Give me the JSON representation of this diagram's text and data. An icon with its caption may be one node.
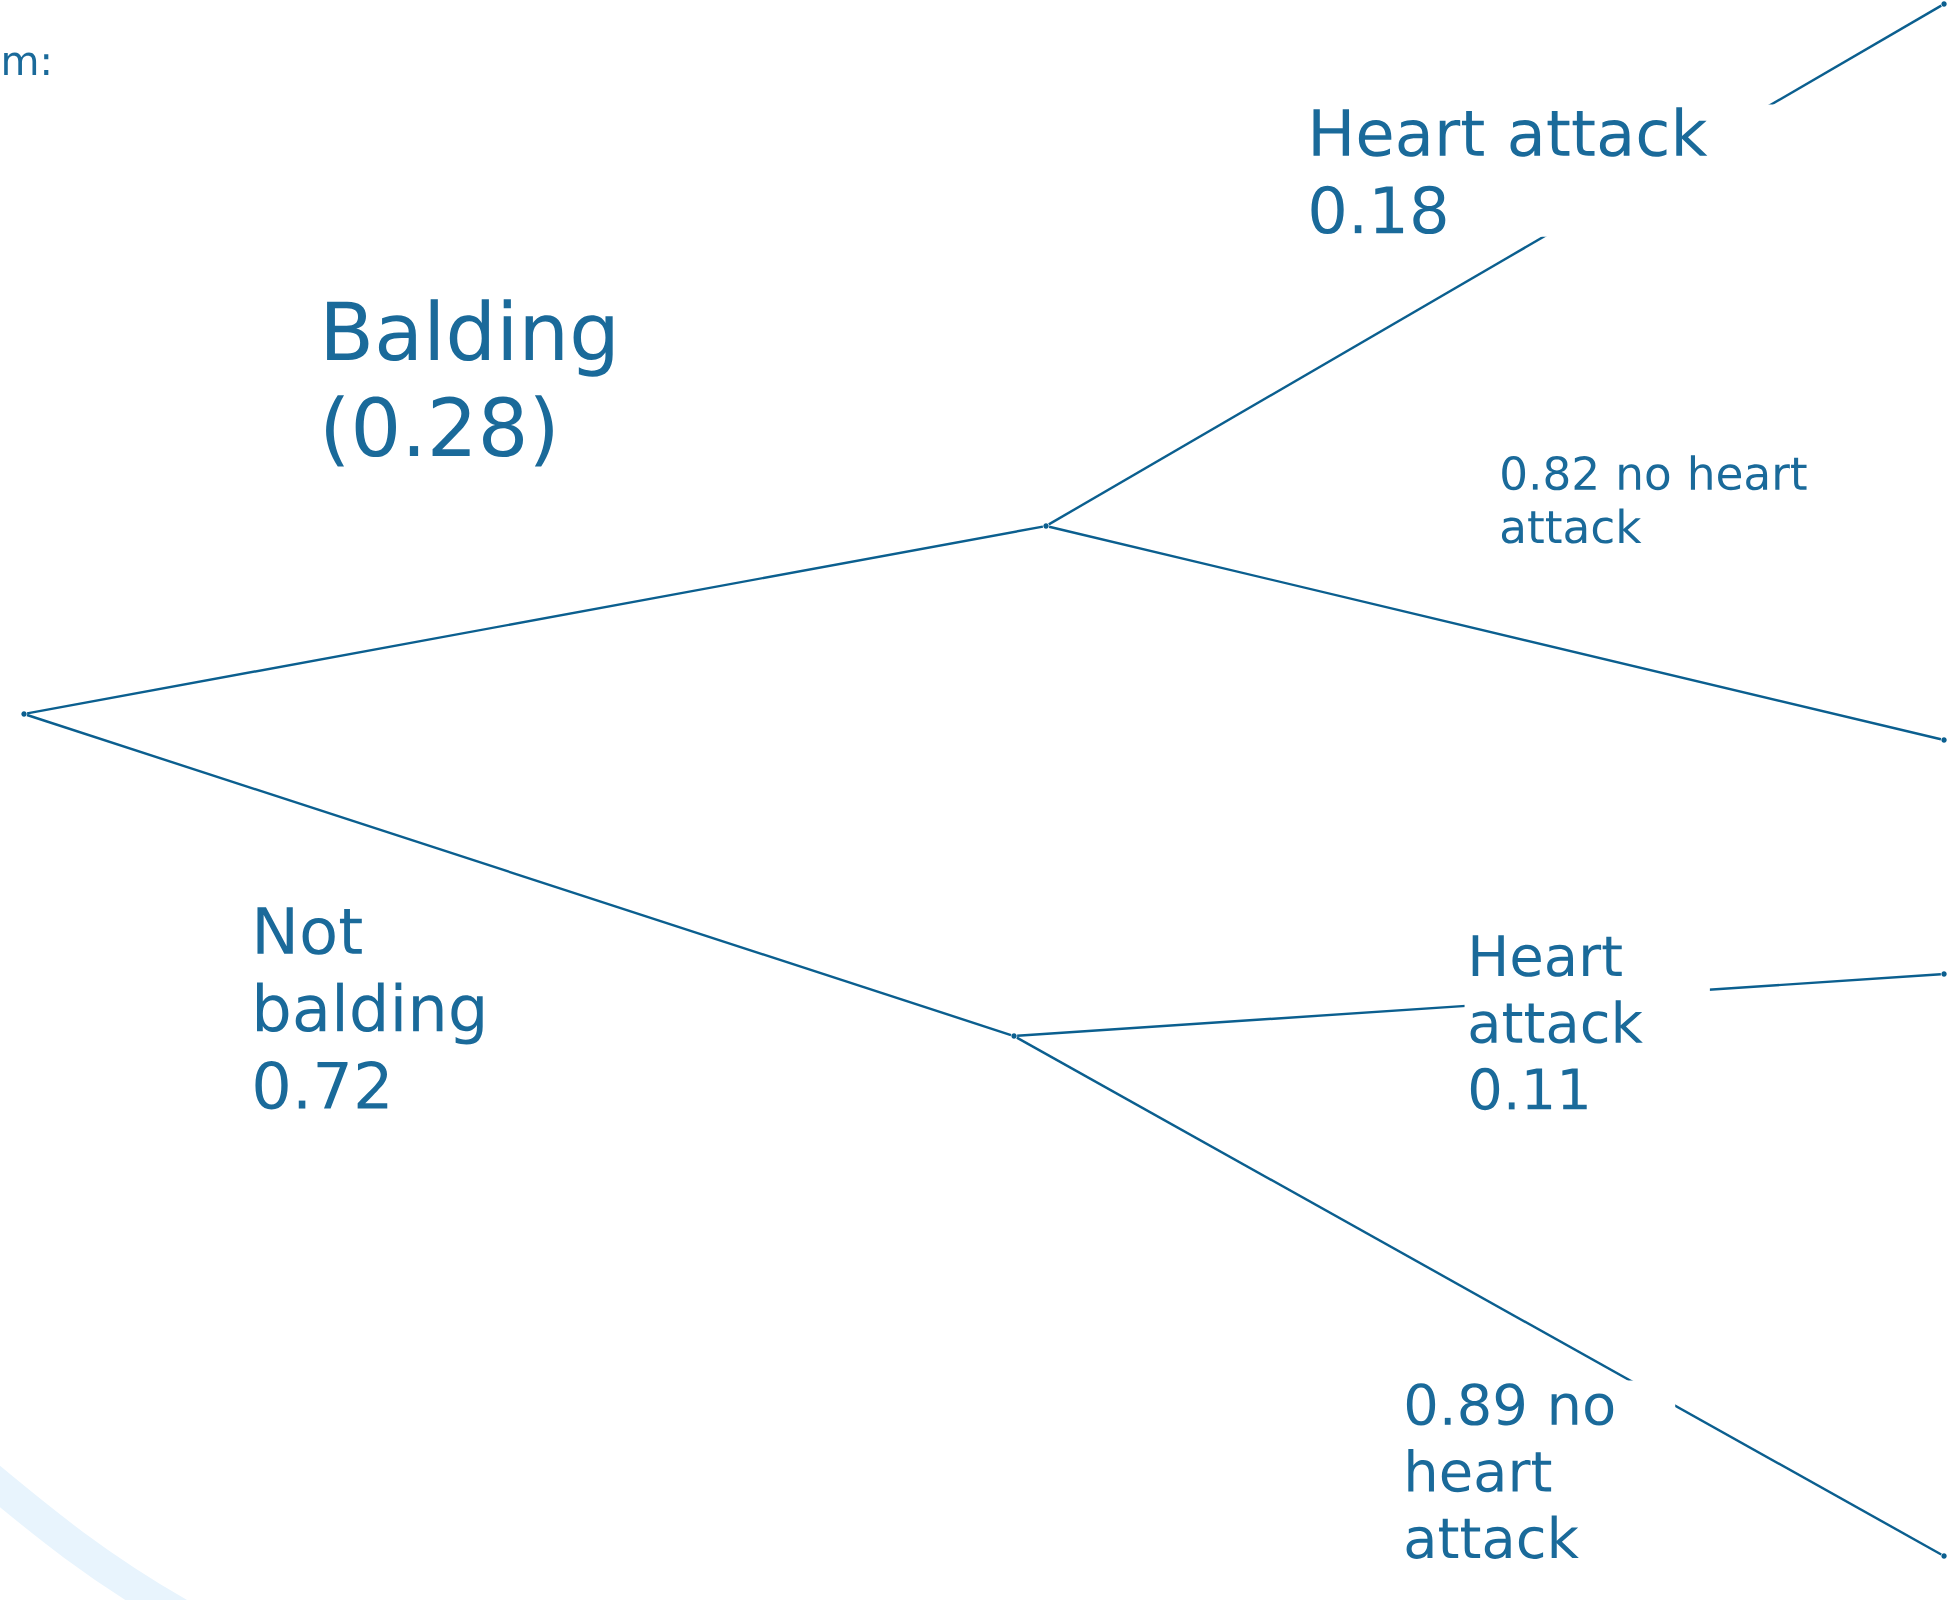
{
  "diagram": {
    "nodes": [
      {
        "text": [],
        "shape": "point"
      },
      {
        "text": [],
        "shape": "point"
      },
      {
        "text": [],
        "shape": "point"
      },
      {
        "text": [],
        "shape": "point"
      },
      {
        "text": [],
        "shape": "point"
      },
      {
        "text": [],
        "shape": "point"
      },
      {
        "text": [],
        "shape": "point"
      }
    ],
    "edges": [
      {
        "from": 0,
        "to": 1,
        "arrow": "none",
        "label": "Balding (0.28)"
      },
      {
        "from": 0,
        "to": 2,
        "arrow": "none",
        "label": "Not balding 0.72"
      },
      {
        "from": 1,
        "to": 3,
        "arrow": "none",
        "label": "Heart attack 0.18"
      },
      {
        "from": 1,
        "to": 4,
        "arrow": "none",
        "label": "0.82 no heart attack"
      },
      {
        "from": 2,
        "to": 5,
        "arrow": "none",
        "label": "Heart attack 0.11"
      },
      {
        "from": 2,
        "to": 6,
        "arrow": "none",
        "label": "0.89 no heart attack"
      }
    ],
    "labels": [
      "m:"
    ]
  }
}
